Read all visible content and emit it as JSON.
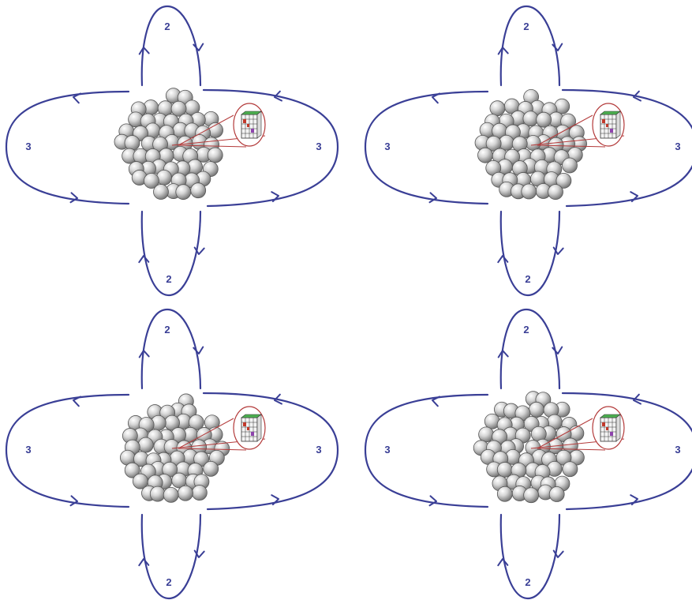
{
  "diagrams": [
    {
      "labels": {
        "top": "2",
        "bottom": "2",
        "left": "3",
        "right": "3"
      }
    },
    {
      "labels": {
        "top": "2",
        "bottom": "2",
        "left": "3",
        "right": "3"
      }
    },
    {
      "labels": {
        "top": "2",
        "bottom": "2",
        "left": "3",
        "right": "3"
      }
    },
    {
      "labels": {
        "top": "2",
        "bottom": "2",
        "left": "3",
        "right": "3"
      }
    }
  ],
  "colors": {
    "flow_line": "#3a3f96",
    "zoom_circle": "#b33a3a",
    "ball_fill": "#c9c9c9",
    "ball_stroke": "#555555"
  }
}
